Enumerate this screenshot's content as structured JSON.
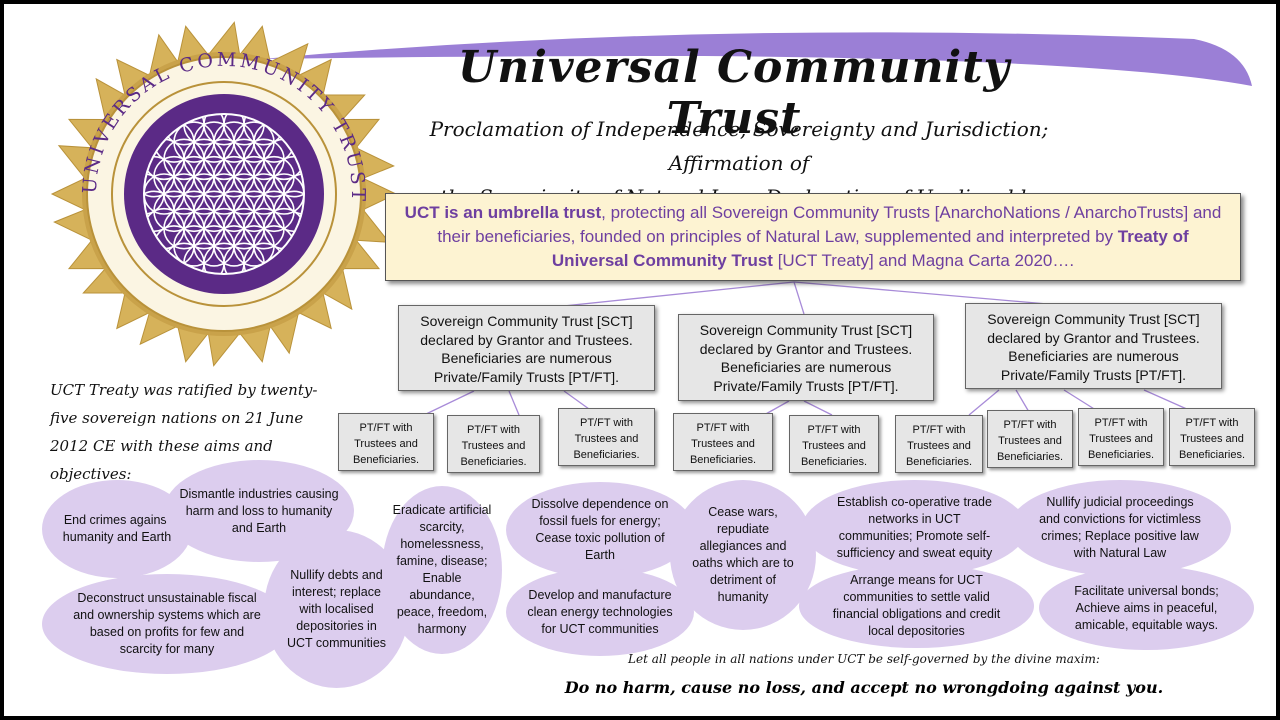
{
  "title": "Universal Community Trust",
  "subtitle_line1": "Proclamation of Independence, Sovereignty and Jurisdiction; Affirmation of",
  "subtitle_line2": "the Superiority of Natural Law; Declaration of Unalienable Rights.",
  "seal": {
    "text": "UNIVERSAL COMMUNITY TRUST",
    "colors": {
      "gold": "#c9a24a",
      "purple": "#5b2a86",
      "pattern": "#ffffff"
    }
  },
  "umbrella": {
    "bold1": "UCT  is an umbrella trust",
    "text1": ", protecting all Sovereign Community Trusts [AnarchoNations / AnarchoTrusts] and their beneficiaries, founded on principles of Natural Law, supplemented and interpreted by ",
    "bold2": "Treaty of Universal Community Trust",
    "text2": " [UCT Treaty] and Magna Carta 2020…."
  },
  "sct_text": "Sovereign Community Trust [SCT] declared by Grantor and Trustees. Beneficiaries are numerous Private/Family Trusts [PT/FT].",
  "pt_text": "PT/FT with Trustees and Beneficiaries.",
  "ratified": "UCT Treaty was ratified by twenty-five sovereign nations on 21 June 2012 CE with these aims and objectives:",
  "objectives": [
    "End crimes against humanity and Earth",
    "Dismantle industries causing harm and loss to humanity and Earth",
    "Deconstruct unsustainable fiscal and ownership systems which are based on profits for few and scarcity for many",
    "Nullify debts and interest; replace with localised depositories in UCT communities",
    "Eradicate artificial scarcity, homelessness, famine, disease; Enable abundance, peace, freedom, harmony",
    "Dissolve dependence on fossil fuels for energy; Cease toxic pollution of Earth",
    "Develop and manufacture clean energy technologies for UCT communities",
    "Cease wars, repudiate allegiances and oaths which are to detriment of humanity",
    "Establish co-operative trade networks in UCT communities; Promote self-sufficiency and sweat equity",
    "Arrange means for UCT communities to settle valid financial obligations and credit local depositories",
    "Nullify judicial proceedings and convictions for victimless crimes; Replace positive law with Natural Law",
    "Facilitate universal bonds; Achieve aims in peaceful, amicable, equitable ways."
  ],
  "maxim_intro": "Let all people in all nations under UCT be self-governed by the divine maxim:",
  "maxim": "Do no harm, cause no loss, and accept no wrongdoing against you.",
  "colors": {
    "accent_purple": "#9a6fd0",
    "ellipse": "#dccdee",
    "umbrella_bg": "#fdf3d2",
    "umbrella_text": "#6e3fa0"
  }
}
